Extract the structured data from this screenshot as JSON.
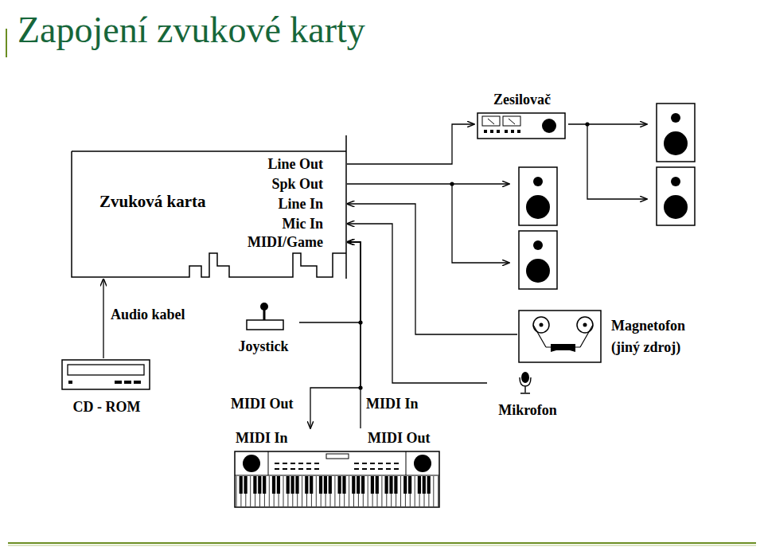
{
  "diagram": {
    "title": "Zapojení zvukové karty",
    "nodes": [
      {
        "text": [
          "Zvuková karta",
          "Line Out",
          "Spk Out",
          "Line In",
          "Mic In",
          "MIDI/Game"
        ]
      },
      {
        "text": [
          "Zesilovač"
        ]
      },
      {
        "text": [
          "Magnetofon (jiný zdroj)"
        ]
      },
      {
        "text": [
          "Mikrofon"
        ]
      },
      {
        "text": [
          "Joystick"
        ]
      },
      {
        "text": [
          "CD - ROM"
        ]
      },
      {
        "text": [
          "MIDI In",
          "MIDI Out"
        ]
      }
    ],
    "edges": [
      {
        "from": 0,
        "to": 1,
        "arrow": "to"
      },
      {
        "from": 2,
        "to": 0,
        "arrow": "to"
      },
      {
        "from": 3,
        "to": 0,
        "arrow": "to"
      },
      {
        "from": 4,
        "to": 0,
        "arrow": "to"
      },
      {
        "from": 6,
        "to": 0,
        "arrow": "to"
      },
      {
        "from": 0,
        "to": 6,
        "arrow": "to"
      },
      {
        "from": 5,
        "to": 0,
        "label": "Audio kabel",
        "arrow": "to"
      }
    ],
    "labels": [
      "MIDI Out",
      "MIDI In"
    ]
  }
}
